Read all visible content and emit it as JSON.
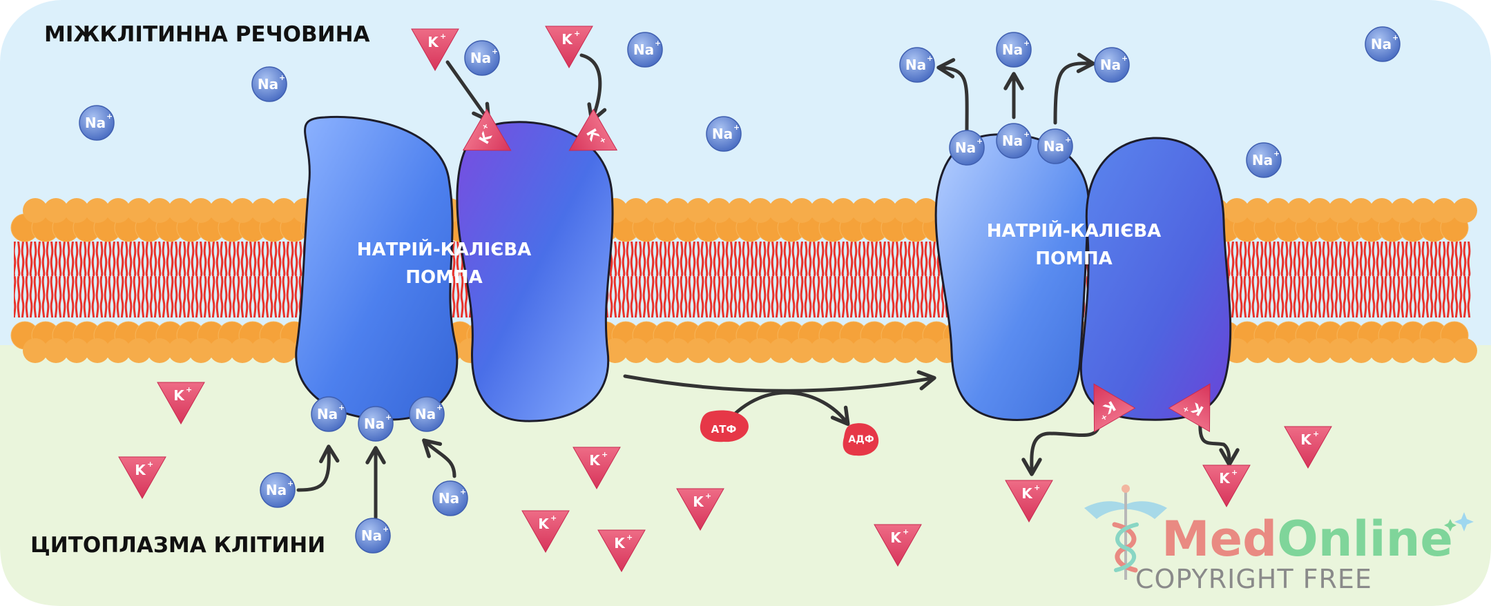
{
  "diagram": {
    "region_top_label": "МІЖКЛІТИННА РЕЧОВИНА",
    "region_bottom_label": "ЦИТОПЛАЗМА КЛІТИНИ",
    "pump_left": {
      "line1": "НАТРІЙ-КАЛІЄВА",
      "line2": "ПОМПА"
    },
    "pump_right": {
      "line1": "НАТРІЙ-КАЛІЄВА",
      "line2": "ПОМПА"
    },
    "ion_na_label": "Na",
    "ion_k_label": "K",
    "ion_charge": "+",
    "atp_label": "АТФ",
    "adp_label": "АДФ"
  },
  "logo": {
    "name_part1": "Med",
    "name_part2": "Online",
    "tagline": "COPYRIGHT FREE"
  },
  "colors": {
    "extracellular": "#dcf0fb",
    "cytoplasm": "#eaf5dc",
    "lipid_head": "#f5a23a",
    "lipid_tail": "#e8332b",
    "pump_blue": "#4f86ef",
    "pump_violet": "#6a4de4",
    "na_ion": "#5b7fd1",
    "k_ion": "#e0466a",
    "atp": "#e63747",
    "logo_med": "#e98a82",
    "logo_online": "#7fd59a",
    "logo_tagline": "#7f7f7f"
  }
}
